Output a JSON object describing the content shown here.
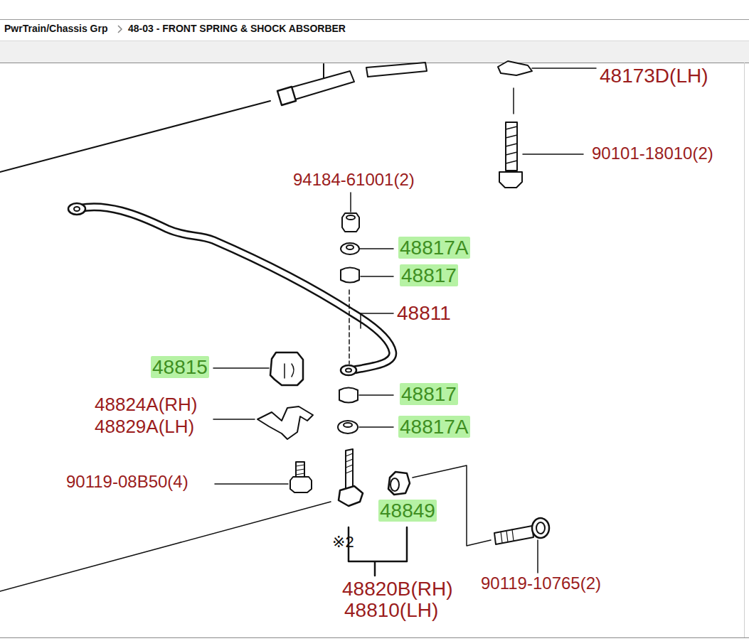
{
  "diagram": {
    "labels": [
      "PwrTrain/Chassis Grp",
      "48-03 - FRONT SPRING & SHOCK ABSORBER",
      "48173D(LH)",
      "90101-18010(2)",
      "94184-61001(2)",
      "48817A",
      "48817",
      "48811",
      "48815",
      "48817",
      "48817A",
      "48824A(RH)",
      "48829A(LH)",
      "90119-08B50(4)",
      "48849",
      "※2",
      "90119-10765(2)",
      "48820B(RH)",
      "48810(LH)"
    ]
  }
}
